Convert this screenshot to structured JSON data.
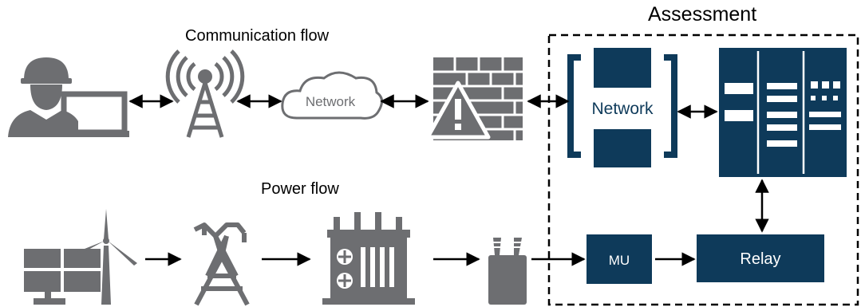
{
  "labels": {
    "assessment": "Assessment",
    "communication_flow": "Communication flow",
    "power_flow": "Power flow",
    "cloud_network": "Network",
    "network_device": "Network",
    "merging_unit": "MU",
    "relay": "Relay"
  },
  "colors": {
    "icon_gray": "#6d6e71",
    "navy": "#0e3a5a",
    "text": "#000000",
    "background": "#ffffff"
  },
  "icons": [
    "operator-with-laptop-icon",
    "radio-tower-icon",
    "cloud-icon",
    "firewall-warning-icon",
    "network-switch-icon",
    "server-rack-icon",
    "solar-panel-icon",
    "wind-turbine-icon",
    "transmission-tower-icon",
    "power-transformer-icon",
    "instrument-transformer-icon"
  ]
}
